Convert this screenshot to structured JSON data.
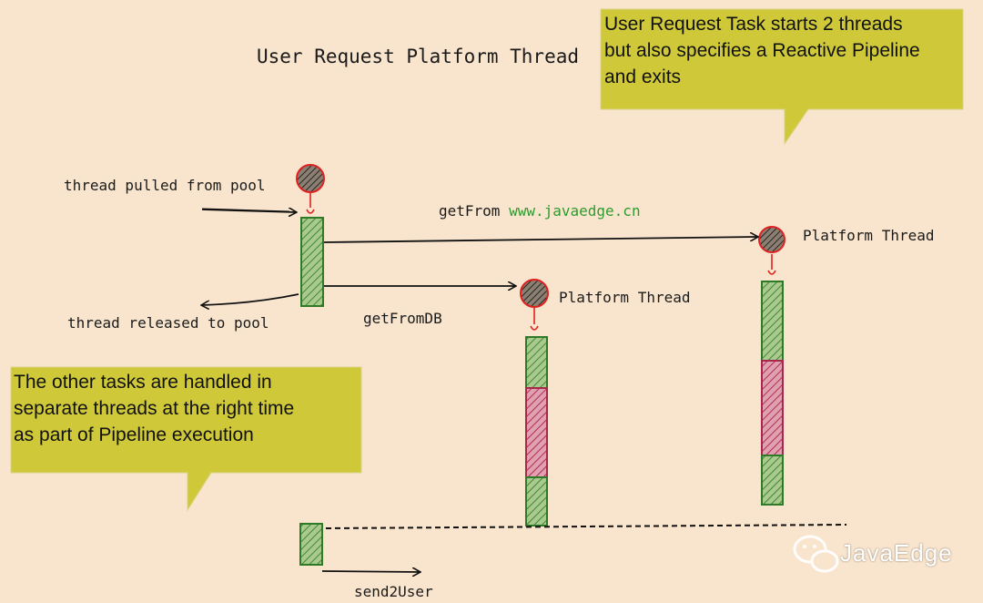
{
  "title": "User Request Platform Thread",
  "labels": {
    "pulled": "thread pulled from pool",
    "released": "thread released to pool",
    "get_from_prefix": "getFrom",
    "get_from_url": "www.javaedge.cn",
    "get_from_db": "getFromDB",
    "platform_thread_top": "Platform Thread",
    "platform_thread_mid": "Platform Thread",
    "send2user": "send2User"
  },
  "notes": {
    "top": [
      "User Request Task starts 2 threads",
      "but also specifies a Reactive Pipeline",
      "and exits"
    ],
    "bottom": [
      "The other tasks are handled in",
      "separate threads at the right time",
      "as part of Pipeline execution"
    ]
  },
  "watermark": "JavaEdge",
  "colors": {
    "background": "#f9e5cd",
    "note_fill": "#cfc93a",
    "green": "#2f7a26",
    "red": "#a8274d",
    "circle_stroke": "#e02020",
    "url": "#2f9a2f"
  }
}
